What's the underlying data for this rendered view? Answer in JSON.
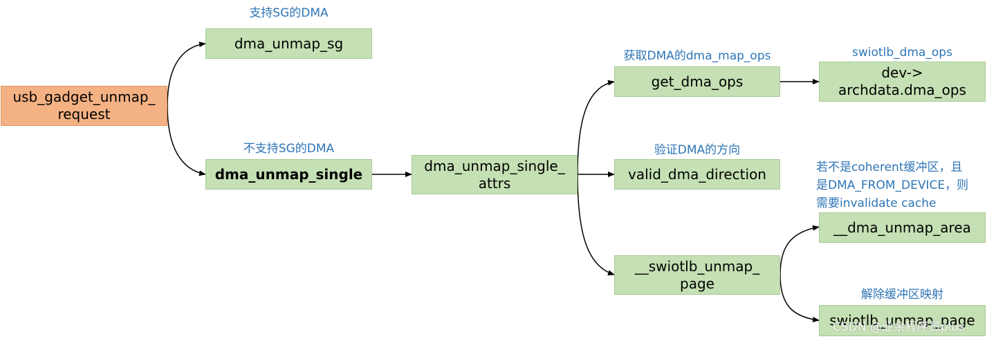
{
  "nodes": {
    "root": "usb_gadget_unmap_\nrequest",
    "unmap_sg": "dma_unmap_sg",
    "unmap_single": "dma_unmap_single",
    "unmap_single_attrs": "dma_unmap_single_\nattrs",
    "get_dma_ops": "get_dma_ops",
    "valid_dma_direction": "valid_dma_direction",
    "swiotlb_unmap_page": "__swiotlb_unmap_\npage",
    "archdata": "dev->\narchdata.dma_ops",
    "dma_unmap_area": "__dma_unmap_area",
    "swiotlb_unmap_page_leaf": "swiotlb_unmap_page"
  },
  "notes": {
    "sg": "支持SG的DMA",
    "no_sg": "不支持SG的DMA",
    "get_ops": "获取DMA的dma_map_ops",
    "swiotlb_ops": "swiotlb_dma_ops",
    "validate": "验证DMA的方向",
    "coherent": "若不是coherent缓冲区，且\n是DMA_FROM_DEVICE，则\n需要invalidate cache",
    "release": "解除缓冲区映射"
  },
  "watermark": "CSDN @业余程序员plus",
  "colors": {
    "root_fill": "#f4b183",
    "node_fill": "#c5e0b4",
    "note_text": "#2e75b6",
    "arrow": "#000000"
  }
}
